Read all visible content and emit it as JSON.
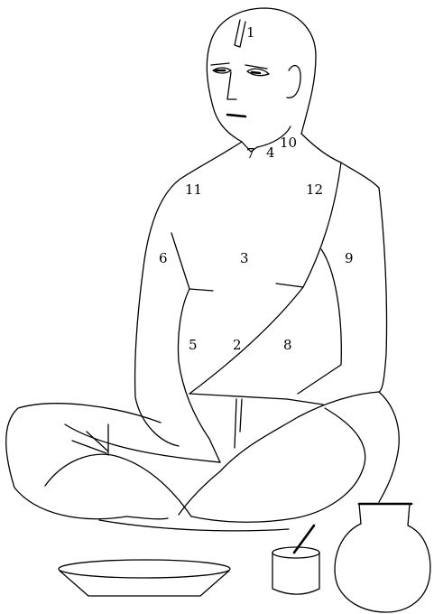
{
  "figure": {
    "markers": [
      {
        "id": "m1",
        "label": "1"
      },
      {
        "id": "m2",
        "label": "2"
      },
      {
        "id": "m3",
        "label": "3"
      },
      {
        "id": "m4",
        "label": "4"
      },
      {
        "id": "m5",
        "label": "5"
      },
      {
        "id": "m6",
        "label": "6"
      },
      {
        "id": "m7",
        "label": "7"
      },
      {
        "id": "m8",
        "label": "8"
      },
      {
        "id": "m9",
        "label": "9"
      },
      {
        "id": "m10",
        "label": "10"
      },
      {
        "id": "m11",
        "label": "11"
      },
      {
        "id": "m12",
        "label": "12"
      }
    ],
    "objects": [
      "seated-figure",
      "offering-plate",
      "small-cup",
      "water-pot"
    ],
    "line_color": "#000000",
    "background": "#ffffff"
  }
}
